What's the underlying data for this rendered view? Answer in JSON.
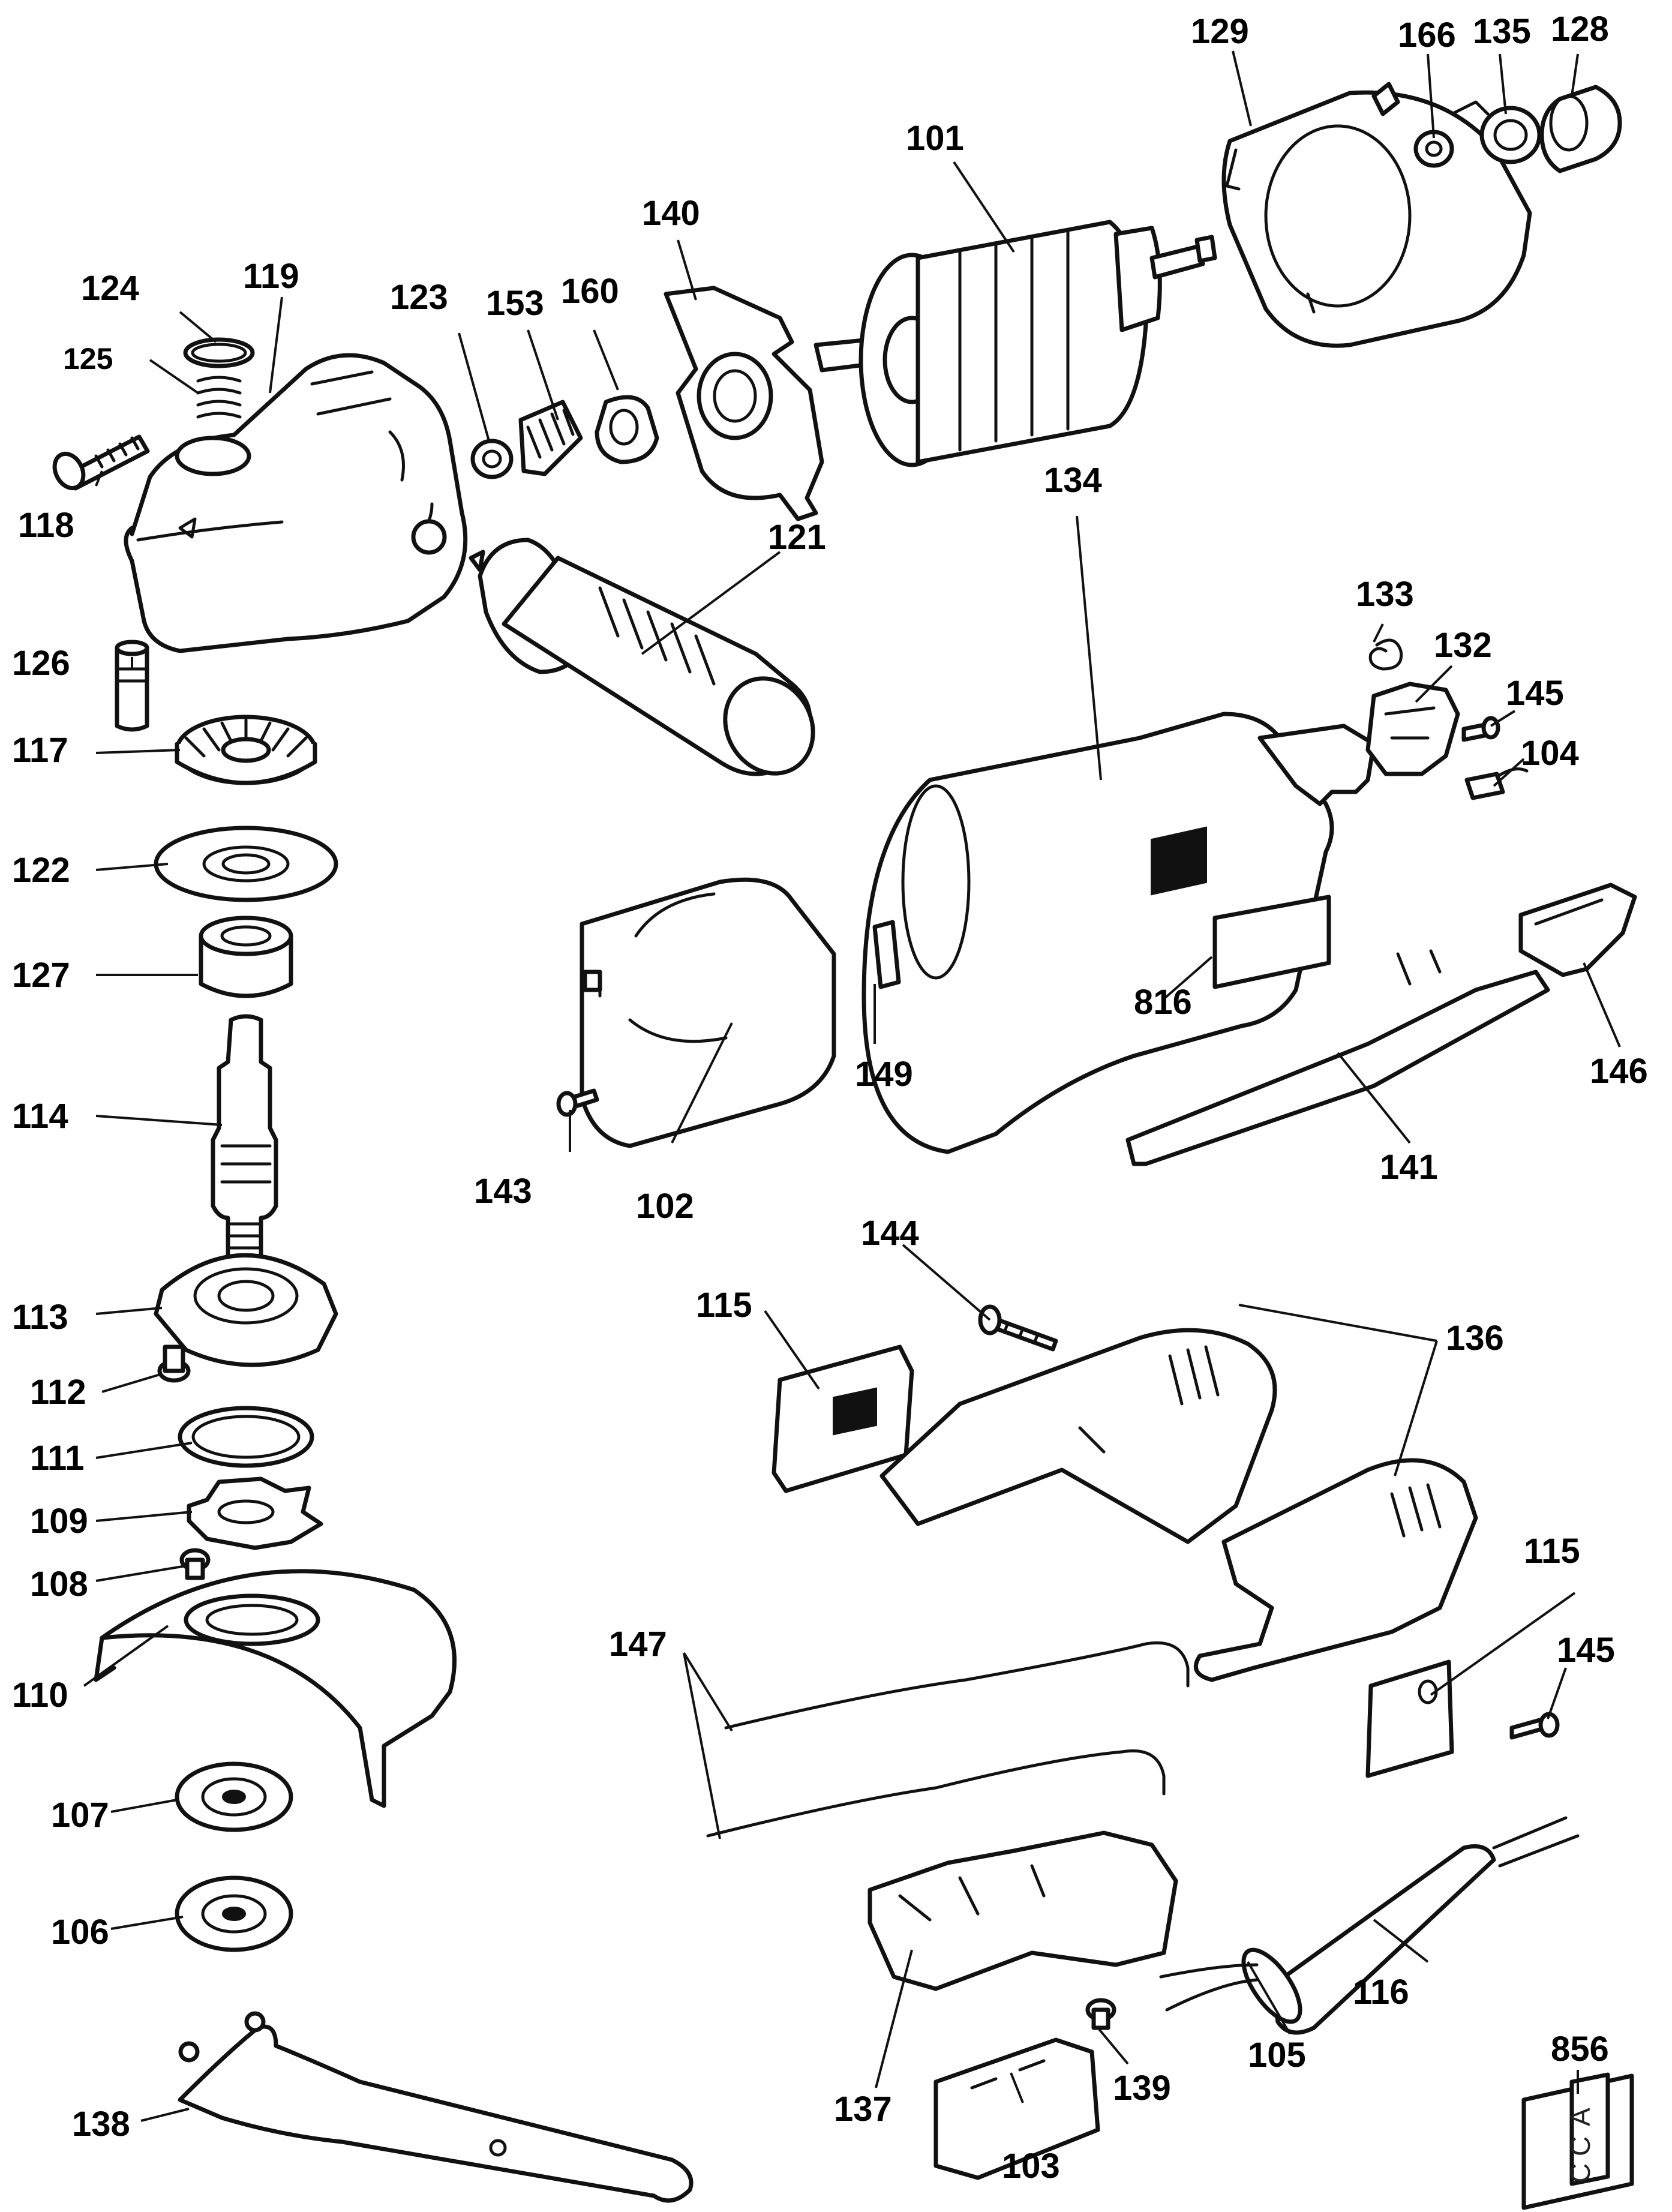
{
  "callouts": {
    "101": "101",
    "102": "102",
    "103": "103",
    "104": "104",
    "105": "105",
    "106": "106",
    "107": "107",
    "108": "108",
    "109": "109",
    "110": "110",
    "111": "111",
    "112": "112",
    "113": "113",
    "114": "114",
    "115": "115",
    "116": "116",
    "117": "117",
    "118": "118",
    "119": "119",
    "121": "121",
    "122": "122",
    "123": "123",
    "124": "124",
    "125": "125",
    "126": "126",
    "127": "127",
    "128": "128",
    "129": "129",
    "132": "132",
    "133": "133",
    "134": "134",
    "135": "135",
    "136": "136",
    "137": "137",
    "138": "138",
    "139": "139",
    "140": "140",
    "141": "141",
    "143": "143",
    "144": "144",
    "145": "145",
    "146": "146",
    "147": "147",
    "149": "149",
    "153": "153",
    "160": "160",
    "166": "166",
    "816": "816",
    "856": "856"
  },
  "accessory_label": {
    "line1": "A",
    "line2": "C",
    "line3": "C"
  }
}
